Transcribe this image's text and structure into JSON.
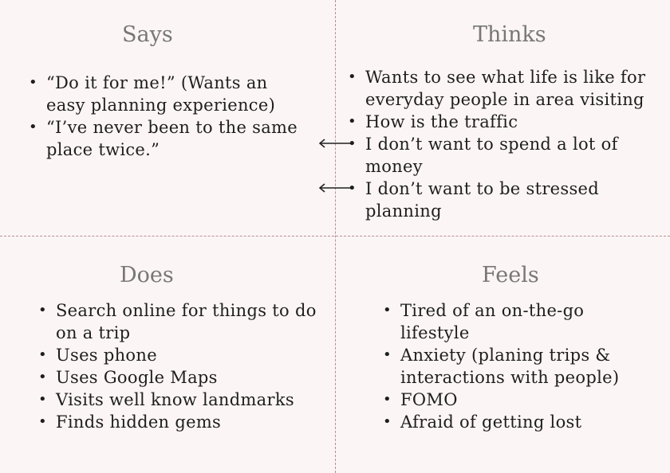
{
  "quadrants": {
    "says": {
      "title": "Says",
      "items": [
        "“Do it for me!” (Wants an easy planning experience)",
        " “I’ve never been to the same place twice.”"
      ]
    },
    "thinks": {
      "title": "Thinks",
      "items": [
        "Wants to see what life is like for everyday people in area visiting",
        "How is the traffic",
        "I don’t want to spend a lot of money",
        "I don’t want to be stressed planning"
      ]
    },
    "does": {
      "title": "Does",
      "items": [
        "Search online for things to do on a trip",
        "Uses phone",
        "Uses Google Maps",
        "Visits well know landmarks",
        "Finds hidden gems"
      ]
    },
    "feels": {
      "title": "Feels",
      "items": [
        "Tired of an on-the-go lifestyle",
        "Anxiety (planing trips & interactions with people)",
        "FOMO",
        "Afraid of getting lost"
      ]
    }
  },
  "colors": {
    "background": "#fcf5f5",
    "divider": "#b58f93",
    "heading": "#777777",
    "text": "#1e1e1e"
  },
  "icons": {
    "arrow": "left-arrow-icon"
  }
}
